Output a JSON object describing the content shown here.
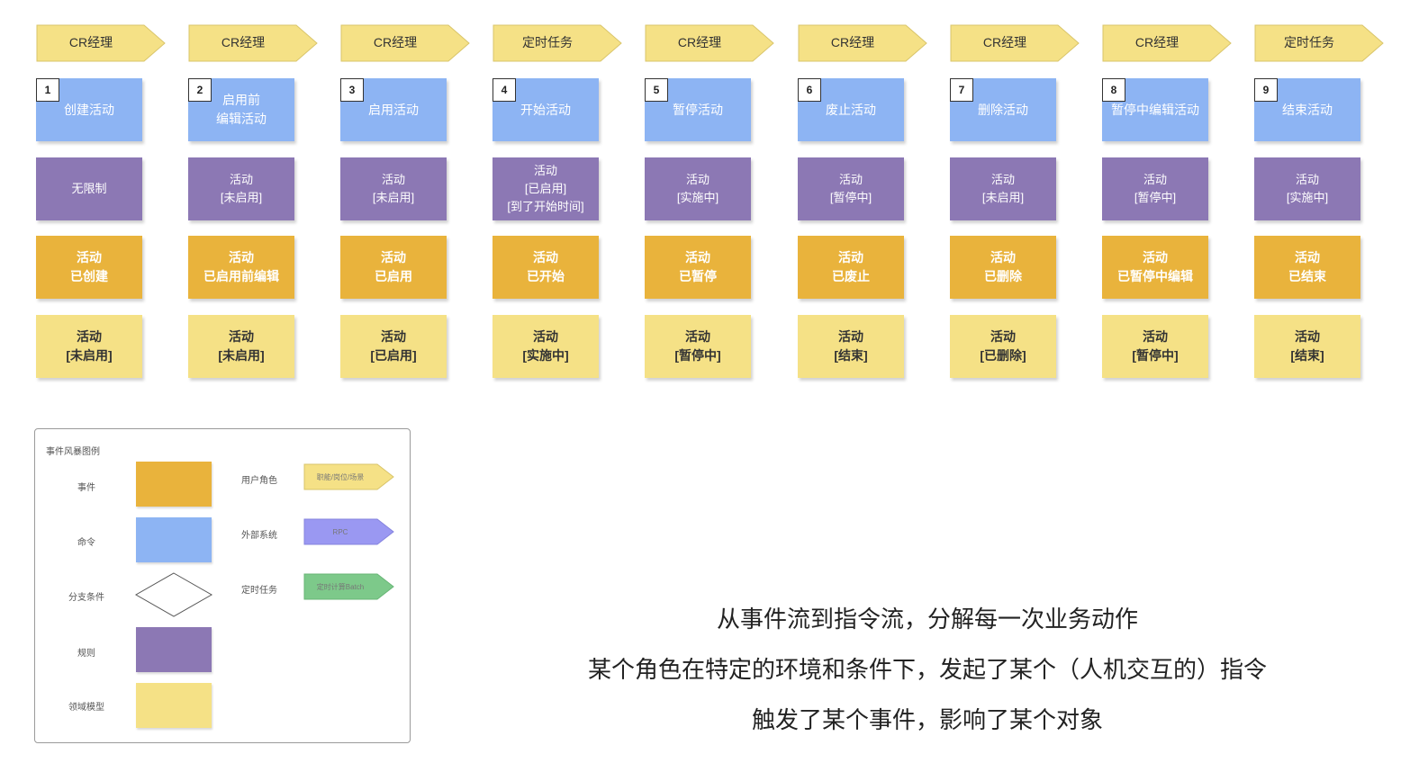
{
  "columns": [
    {
      "actor": "CR经理",
      "actor_type": "user",
      "num": "1",
      "command": "创建活动",
      "policy": "无限制",
      "event": "活动\n已创建",
      "aggregate": "活动\n[未启用]"
    },
    {
      "actor": "CR经理",
      "actor_type": "user",
      "num": "2",
      "command": "启用前\n编辑活动",
      "policy": "活动\n[未启用]",
      "event": "活动\n已启用前编辑",
      "aggregate": "活动\n[未启用]"
    },
    {
      "actor": "CR经理",
      "actor_type": "user",
      "num": "3",
      "command": "启用活动",
      "policy": "活动\n[未启用]",
      "event": "活动\n已启用",
      "aggregate": "活动\n[已启用]"
    },
    {
      "actor": "定时任务",
      "actor_type": "timer",
      "num": "4",
      "command": "开始活动",
      "policy": "活动\n[已启用]\n[到了开始时间]",
      "event": "活动\n已开始",
      "aggregate": "活动\n[实施中]"
    },
    {
      "actor": "CR经理",
      "actor_type": "user",
      "num": "5",
      "command": "暂停活动",
      "policy": "活动\n[实施中]",
      "event": "活动\n已暂停",
      "aggregate": "活动\n[暂停中]"
    },
    {
      "actor": "CR经理",
      "actor_type": "user",
      "num": "6",
      "command": "废止活动",
      "policy": "活动\n[暂停中]",
      "event": "活动\n已废止",
      "aggregate": "活动\n[结束]"
    },
    {
      "actor": "CR经理",
      "actor_type": "user",
      "num": "7",
      "command": "删除活动",
      "policy": "活动\n[未启用]",
      "event": "活动\n已删除",
      "aggregate": "活动\n[已删除]"
    },
    {
      "actor": "CR经理",
      "actor_type": "user",
      "num": "8",
      "command": "暂停中编辑活动",
      "policy": "活动\n[暂停中]",
      "event": "活动\n已暂停中编辑",
      "aggregate": "活动\n[暂停中]"
    },
    {
      "actor": "定时任务",
      "actor_type": "timer",
      "num": "9",
      "command": "结束活动",
      "policy": "活动\n[实施中]",
      "event": "活动\n已结束",
      "aggregate": "活动\n[结束]"
    }
  ],
  "legend": {
    "title": "事件风暴图例",
    "event_label": "事件",
    "command_label": "命令",
    "branch_label": "分支条件",
    "policy_label": "规则",
    "aggregate_label": "领域模型",
    "user_role_label": "用户角色",
    "user_role_sample": "职能/岗位/场景",
    "external_label": "外部系统",
    "external_sample": "RPC",
    "timer_label": "定时任务",
    "timer_sample": "定时计算Batch",
    "colors": {
      "event": "#e9b33c",
      "command": "#8db4f3",
      "policy": "#8c78b4",
      "aggregate": "#f5e186",
      "user_role": "#f5e186",
      "external": "#9a98f2",
      "timer": "#7dc98a"
    }
  },
  "caption": [
    "从事件流到指令流，分解每一次业务动作",
    "某个角色在特定的环境和条件下，发起了某个（人机交互的）指令",
    "触发了某个事件，影响了某个对象"
  ]
}
